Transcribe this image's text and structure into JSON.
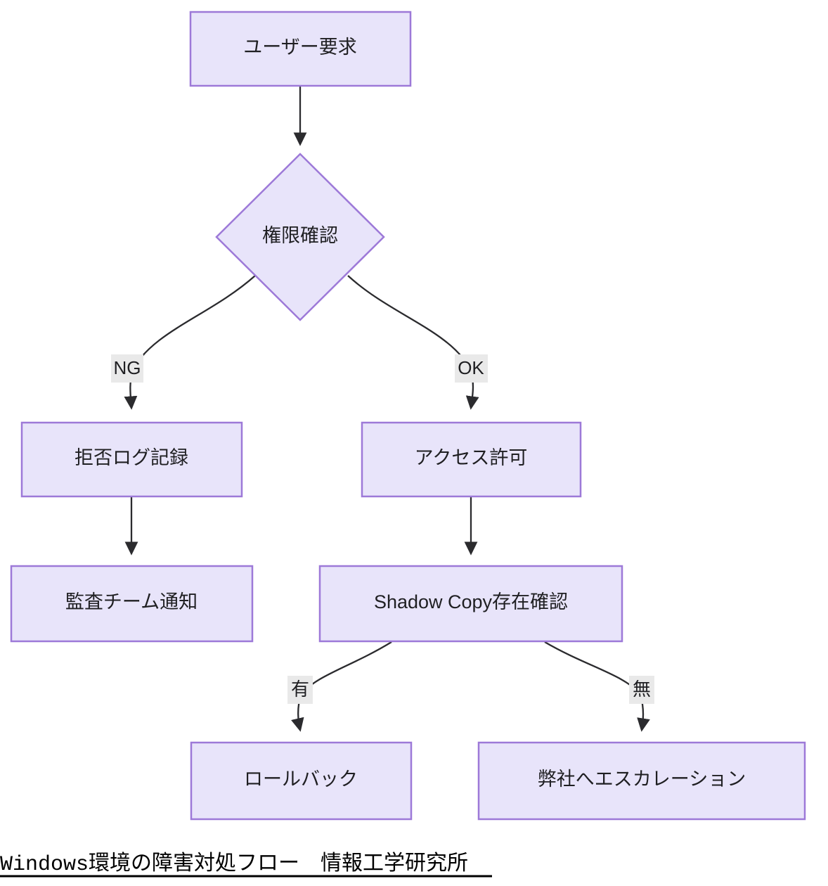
{
  "diagram": {
    "type": "flowchart",
    "direction": "top-down",
    "theme": {
      "node_fill": "#e8e4fa",
      "node_border": "#9d79d8",
      "edge_color": "#2b2b2e",
      "edge_label_bg": "#e9e9e9",
      "text_color": "#1f1f22",
      "background": "#ffffff"
    },
    "nodes": [
      {
        "id": "user_request",
        "label": "ユーザー要求",
        "shape": "rect"
      },
      {
        "id": "perm_check",
        "label": "権限確認",
        "shape": "diamond"
      },
      {
        "id": "deny_log",
        "label": "拒否ログ記録",
        "shape": "rect"
      },
      {
        "id": "access_allow",
        "label": "アクセス許可",
        "shape": "rect"
      },
      {
        "id": "audit_notify",
        "label": "監査チーム通知",
        "shape": "rect"
      },
      {
        "id": "shadow_copy",
        "label": "Shadow Copy存在確認",
        "shape": "rect"
      },
      {
        "id": "rollback",
        "label": "ロールバック",
        "shape": "rect"
      },
      {
        "id": "escalation",
        "label": "弊社へエスカレーション",
        "shape": "rect"
      }
    ],
    "edges": [
      {
        "from": "user_request",
        "to": "perm_check",
        "label": ""
      },
      {
        "from": "perm_check",
        "to": "deny_log",
        "label": "NG"
      },
      {
        "from": "perm_check",
        "to": "access_allow",
        "label": "OK"
      },
      {
        "from": "deny_log",
        "to": "audit_notify",
        "label": ""
      },
      {
        "from": "access_allow",
        "to": "shadow_copy",
        "label": ""
      },
      {
        "from": "shadow_copy",
        "to": "rollback",
        "label": "有"
      },
      {
        "from": "shadow_copy",
        "to": "escalation",
        "label": "無"
      }
    ]
  },
  "caption": {
    "text": "Windows環境の障害対処フロー　情報工学研究所"
  }
}
